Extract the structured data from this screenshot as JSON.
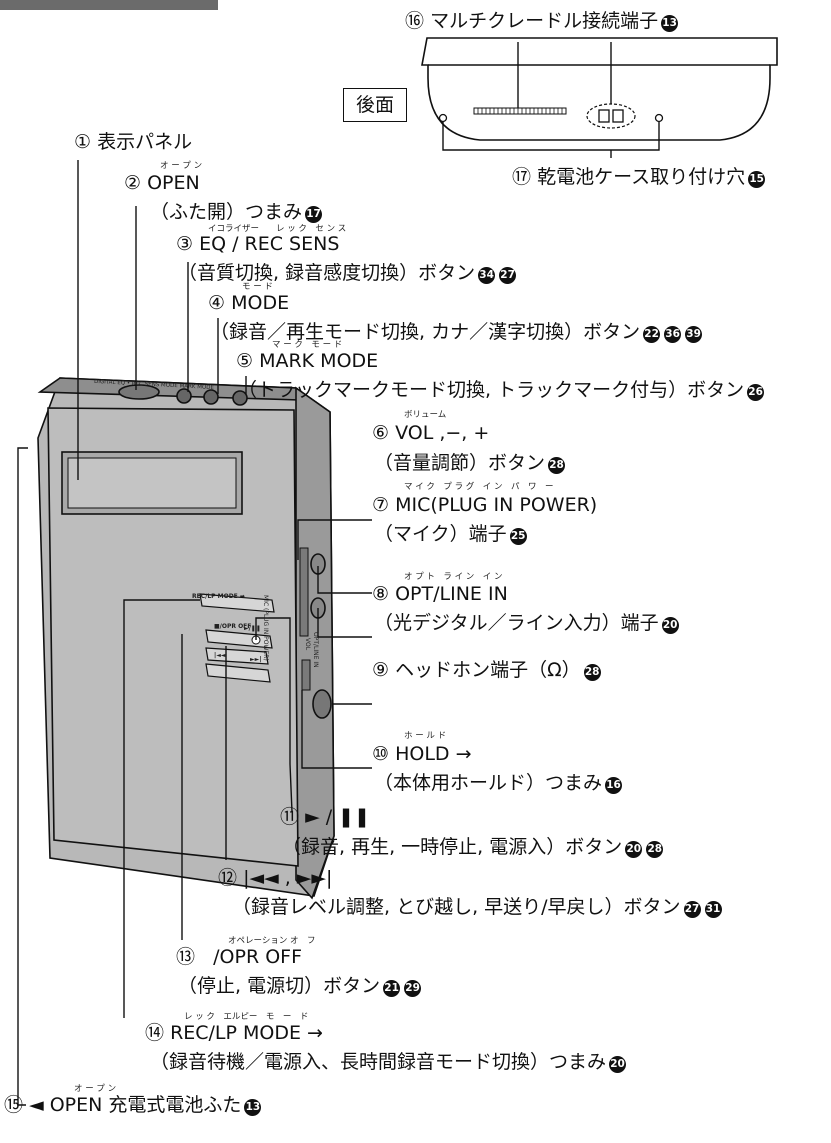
{
  "callouts": {
    "c1": {
      "num": "①",
      "label": "表示パネル"
    },
    "c2": {
      "num": "②",
      "name": "OPEN",
      "ruby": "オ ー プ ン",
      "desc": "（ふた開）つまみ",
      "refs": [
        "17"
      ]
    },
    "c3": {
      "num": "③",
      "name": "EQ / REC SENS",
      "ruby": "イコライザー　　レ ッ ク　セ ン ス",
      "desc": "（音質切換, 録音感度切換）ボタン",
      "refs": [
        "34",
        "27"
      ]
    },
    "c4": {
      "num": "④",
      "name": "MODE",
      "ruby": "モ ー ド",
      "desc": "（録音／再生モード切換, カナ／漢字切換）ボタン",
      "refs": [
        "22",
        "36",
        "39"
      ]
    },
    "c5": {
      "num": "⑤",
      "name": "MARK MODE",
      "ruby": "マ ー ク　モ ー ド",
      "desc": "（トラックマークモード切換, トラックマーク付与）ボタン",
      "refs": [
        "26"
      ]
    },
    "c6": {
      "num": "⑥",
      "name": "VOL ,−, +",
      "ruby": "ボリューム",
      "desc": "（音量調節）ボタン",
      "refs": [
        "28"
      ]
    },
    "c7": {
      "num": "⑦",
      "name": "MIC(PLUG IN POWER)",
      "ruby": "マ イ ク　プ ラ グ　イ ン　パ　ワ　ー",
      "desc": "（マイク）端子",
      "refs": [
        "25"
      ]
    },
    "c8": {
      "num": "⑧",
      "name": "OPT/LINE IN",
      "ruby": "オ プ ト　ラ イ ン　イ ン",
      "desc": "（光デジタル／ライン入力）端子",
      "refs": [
        "20"
      ]
    },
    "c9": {
      "num": "⑨",
      "name": "ヘッドホン端子（",
      "headphone": "Ω",
      "tail": "）",
      "refs": [
        "28"
      ]
    },
    "c10": {
      "num": "⑩",
      "name": "HOLD →",
      "ruby": "ホ ー ル ド",
      "desc": "（本体用ホールド）つまみ",
      "refs": [
        "16"
      ]
    },
    "c11": {
      "num": "⑪",
      "name": "► / ❚❚",
      "desc": "（録音, 再生, 一時停止, 電源入）ボタン",
      "refs": [
        "20",
        "28"
      ]
    },
    "c12": {
      "num": "⑫",
      "name": "|◄◄ , ►►|",
      "desc": "（録音レベル調整, とび越し, 早送り/早戻し）ボタン",
      "refs": [
        "27",
        "31"
      ]
    },
    "c13": {
      "num": "⑬",
      "name": "/OPR OFF",
      "ruby": "オペレーション オ　フ",
      "desc": "（停止, 電源切）ボタン",
      "refs": [
        "21",
        "29"
      ]
    },
    "c14": {
      "num": "⑭",
      "name": "REC/LP MODE →",
      "ruby": "レ ッ ク　エルピー　モ　ー　ド",
      "desc": "（録音待機／電源入、長時間録音モード切換）つまみ",
      "refs": [
        "20"
      ]
    },
    "c15": {
      "num": "⑮",
      "name": "◄ OPEN 充電式電池ふた",
      "ruby": "オ ー プ ン",
      "refs": [
        "13"
      ]
    },
    "c16": {
      "num": "⑯",
      "name": "マルチクレードル接続端子",
      "refs": [
        "13"
      ]
    },
    "c17": {
      "num": "⑰",
      "name": "乾電池ケース取り付け穴",
      "refs": [
        "15"
      ]
    }
  },
  "rear_label": "後面",
  "device_text": {
    "rec_lp": "REC/LP MODE ➡",
    "opr_off": "■/OPR OFF",
    "play": "►/❚❚",
    "rew": "|◄◄",
    "ff": "►►|",
    "mic_side": "MIC (PLUG IN POWER)",
    "opt_side": "OPT/LINE IN",
    "vol_side": "VOL",
    "top_edge": "DIGITAL  EQ • REC SENS  MODE  MARK MODE"
  }
}
